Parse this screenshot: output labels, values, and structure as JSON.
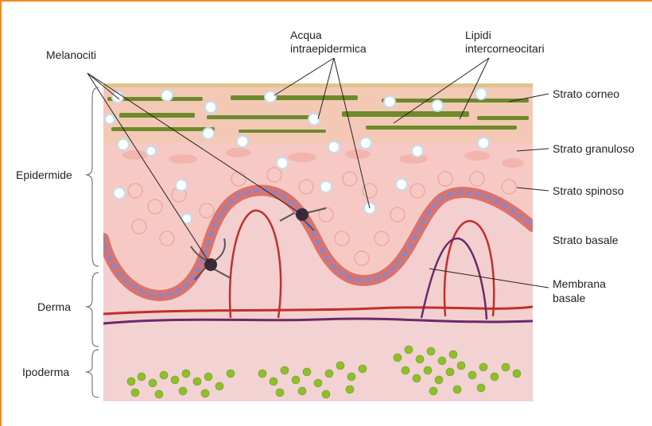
{
  "labels": {
    "melanociti": "Melanociti",
    "acqua_line1": "Acqua",
    "acqua_line2": "intraepidermica",
    "lipidi_line1": "Lipidi",
    "lipidi_line2": "intercorneocitari",
    "strato_corneo": "Strato corneo",
    "strato_granuloso": "Strato granuloso",
    "strato_spinoso": "Strato spinoso",
    "strato_basale": "Strato basale",
    "membrana_line1": "Membrana",
    "membrana_line2": "basale",
    "epidermide": "Epidermide",
    "derma": "Derma",
    "ipoderma": "Ipoderma"
  },
  "colors": {
    "frame": "#f08c28",
    "epidermis": "#f6c9c4",
    "dermis": "#f4cfcf",
    "hypodermis": "#f3d2d4",
    "lipid": "#6e8a2a",
    "basal_cells": "#d9736e",
    "basal_nuclei": "#8a86c8",
    "capillary_red": "#c0302a",
    "capillary_purple": "#6a2a6a",
    "fat_cells": "#8fbf2a",
    "water": "#ffffff"
  }
}
